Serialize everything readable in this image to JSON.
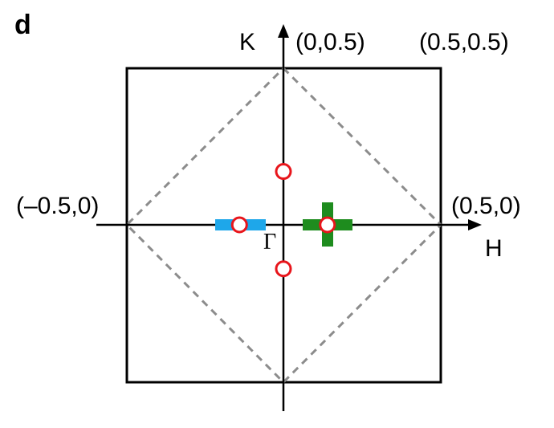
{
  "panel_label": "d",
  "axes": {
    "x_label": "H",
    "y_label": "K"
  },
  "labels": {
    "top_center": "(0,0.5)",
    "top_right": "(0.5,0.5)",
    "left": "(–0.5,0)",
    "right": "(0.5,0)",
    "origin": "Γ"
  },
  "colors": {
    "zone_boundary": "#000000",
    "dashed_zone": "#8c8c8c",
    "blue_bar": "#1ea7ea",
    "green_cross": "#1e8c1e",
    "marker_outline": "#e8151b",
    "marker_fill": "#ffffff"
  },
  "markers": [
    {
      "name": "marker-upper",
      "h": 0,
      "k": 0.17
    },
    {
      "name": "marker-lower",
      "h": 0,
      "k": -0.14
    },
    {
      "name": "marker-left",
      "h": -0.14,
      "k": 0
    },
    {
      "name": "marker-right",
      "h": 0.14,
      "k": 0
    }
  ]
}
